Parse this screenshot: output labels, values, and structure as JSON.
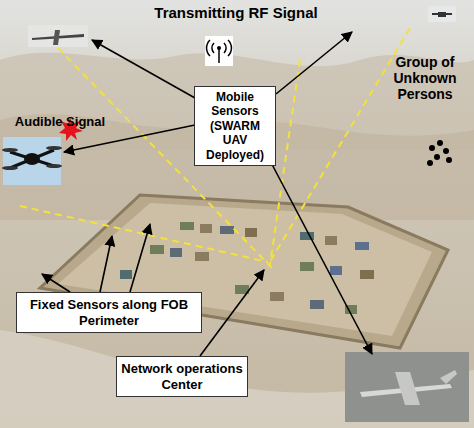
{
  "diagram": {
    "nodes": [
      {
        "text": [
          "Mobile Sensors (SWARM UAV Deployed)"
        ]
      },
      {
        "text": [
          "Fixed Sensors along FOB Perimeter"
        ]
      },
      {
        "text": [
          "Network operations Center"
        ]
      }
    ],
    "labels": [
      "Transmitting RF Signal",
      "Audible Signal",
      "Group of Unknown Persons"
    ]
  }
}
